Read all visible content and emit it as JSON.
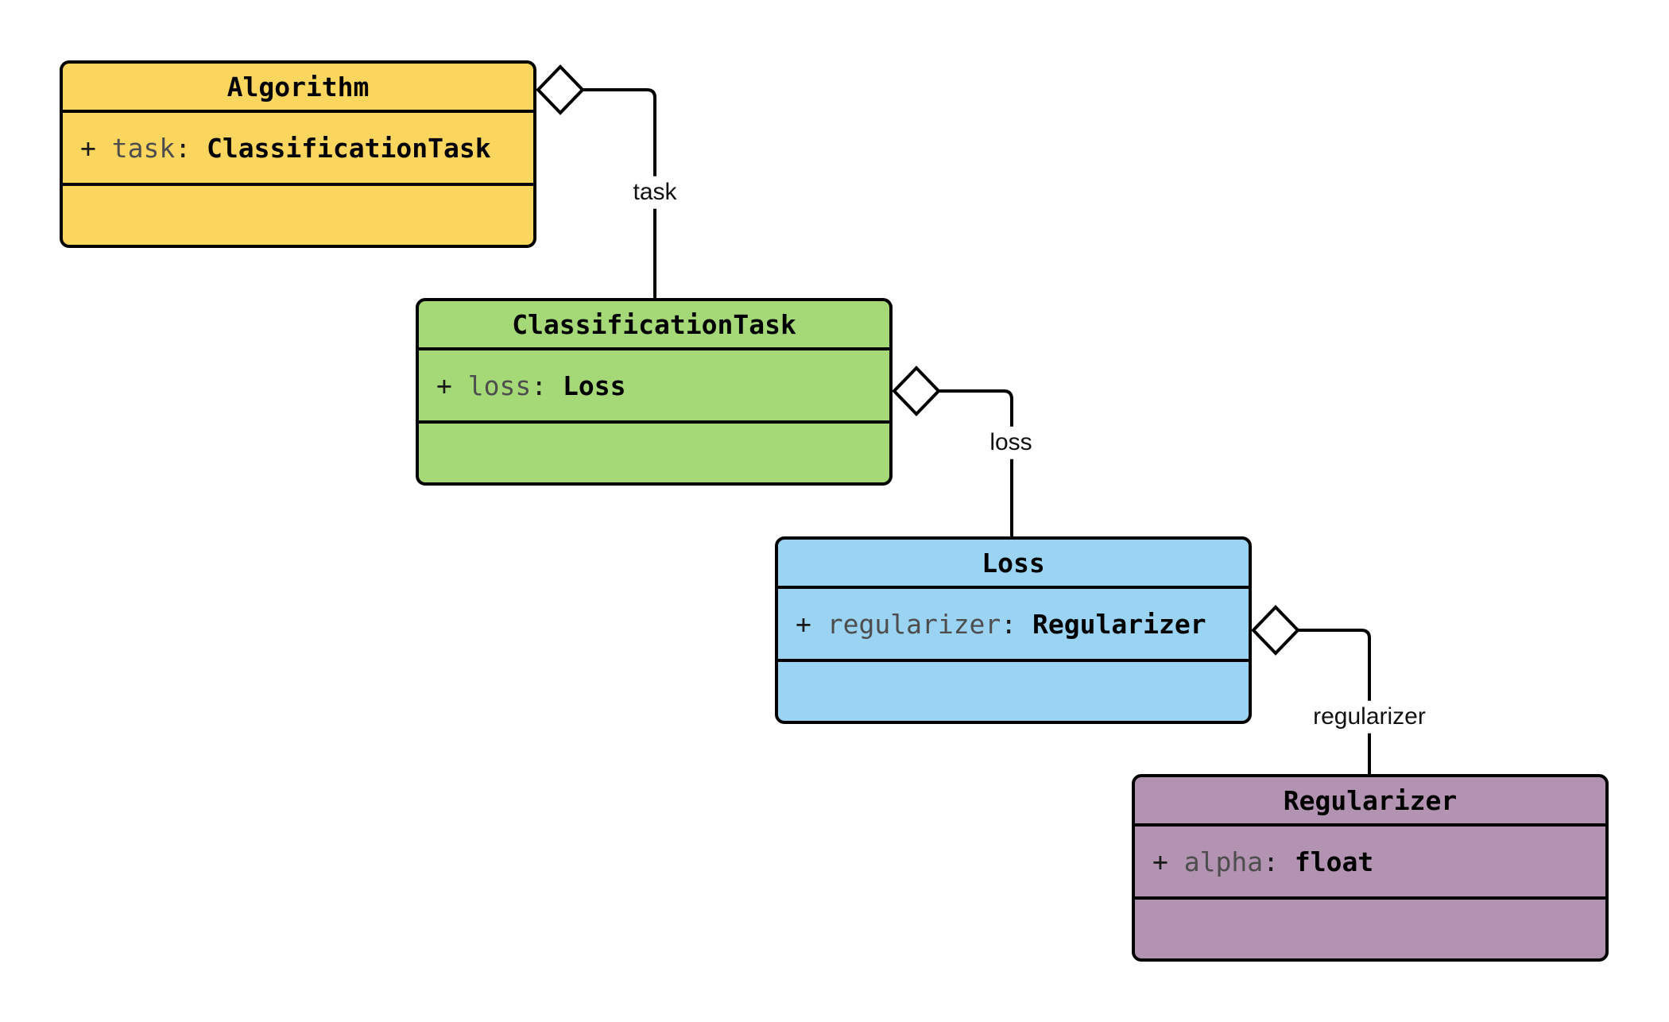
{
  "diagram": {
    "type": "uml-class-diagram",
    "background_color": "#ffffff",
    "stroke_color": "#000000",
    "classes": [
      {
        "name": "Algorithm",
        "fill": "#FBD65F",
        "attribute": {
          "plus": "+ ",
          "name": "task",
          "colon": ": ",
          "type": "ClassificationTask"
        }
      },
      {
        "name": "ClassificationTask",
        "fill": "#A5D978",
        "attribute": {
          "plus": "+ ",
          "name": "loss",
          "colon": ": ",
          "type": "Loss"
        }
      },
      {
        "name": "Loss",
        "fill": "#9BD3F2",
        "attribute": {
          "plus": "+ ",
          "name": "regularizer",
          "colon": ": ",
          "type": "Regularizer"
        }
      },
      {
        "name": "Regularizer",
        "fill": "#B293B1",
        "attribute": {
          "plus": "+ ",
          "name": "alpha",
          "colon": ": ",
          "type": "float"
        }
      }
    ],
    "edges": [
      {
        "label": "task",
        "from": "Algorithm",
        "to": "ClassificationTask",
        "kind": "aggregation"
      },
      {
        "label": "loss",
        "from": "ClassificationTask",
        "to": "Loss",
        "kind": "aggregation"
      },
      {
        "label": "regularizer",
        "from": "Loss",
        "to": "Regularizer",
        "kind": "aggregation"
      }
    ]
  }
}
